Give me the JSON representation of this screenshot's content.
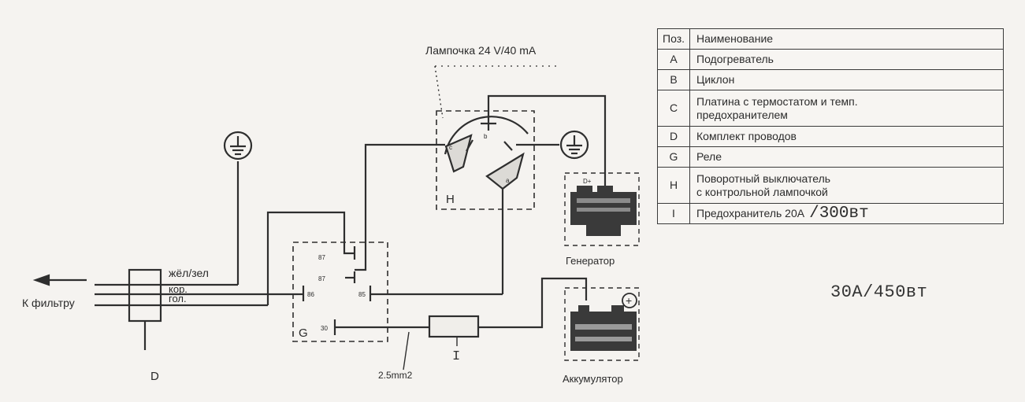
{
  "diagram": {
    "lamp_label": "Лампочка 24 V/40 mA",
    "wire_yellow_green": "жёл/зел",
    "wire_brown": "кор.",
    "wire_blue": "гол.",
    "to_filter": "К фильтру",
    "label_d": "D",
    "label_h": "H",
    "label_g": "G",
    "label_i": "I",
    "cross_section": "2.5mm2",
    "generator": "Генератор",
    "battery": "Аккумулятор",
    "terminal_87": "87",
    "terminal_87a": "87",
    "terminal_86": "86",
    "terminal_85": "85",
    "terminal_30": "30",
    "switch_c": "c",
    "switch_b": "b",
    "switch_a": "a",
    "generator_plus": "D+",
    "battery_plus": "+"
  },
  "legend": {
    "header": {
      "pos": "Поз.",
      "name": "Наименование"
    },
    "rows": [
      {
        "pos": "A",
        "name": "Подогреватель"
      },
      {
        "pos": "B",
        "name": "Циклон"
      },
      {
        "pos": "C",
        "line1": "Платина с термостатом и темп.",
        "line2": "предохранителем"
      },
      {
        "pos": "D",
        "name": "Комплект проводов"
      },
      {
        "pos": "G",
        "name": "Реле"
      },
      {
        "pos": "H",
        "line1": "Поворотный выключатель",
        "line2": "с контрольной лампочкой"
      },
      {
        "pos": "I",
        "name": "Предохранитель 20A",
        "handwritten": "/300вт"
      }
    ],
    "addendum": "30A/450вт"
  }
}
